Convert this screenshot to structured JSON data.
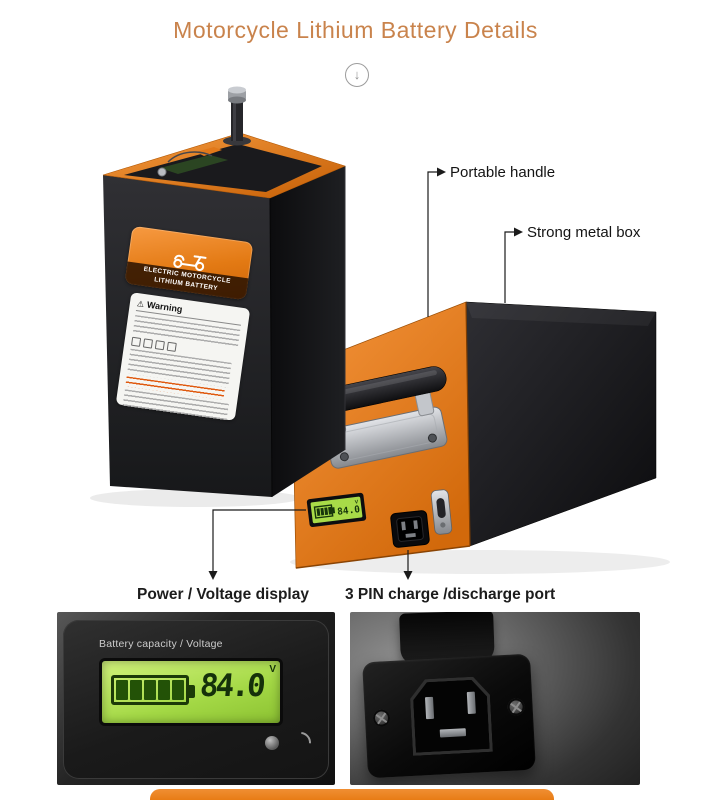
{
  "page": {
    "title": "Motorcycle Lithium Battery Details",
    "scroll_arrow": "↓"
  },
  "callouts": {
    "portable_handle": "Portable handle",
    "strong_metal_box": "Strong metal box",
    "power_voltage_display": "Power / Voltage display",
    "pin_port": "3 PIN charge /discharge port"
  },
  "vertical_battery": {
    "sticker": {
      "line1": "ELECTRIC MOTORCYCLE",
      "line2": "LITHIUM BATTERY"
    },
    "warning": {
      "icon": "⚠",
      "title": "Warning"
    }
  },
  "lcd": {
    "reading": "84.0",
    "unit": "V"
  },
  "display_photo": {
    "label": "Battery capacity / Voltage",
    "reading": "84.0",
    "unit": "V"
  },
  "colors": {
    "accent_orange": "#E8821E",
    "title_text": "#C9834C",
    "lcd_green": "#A8DB48"
  }
}
